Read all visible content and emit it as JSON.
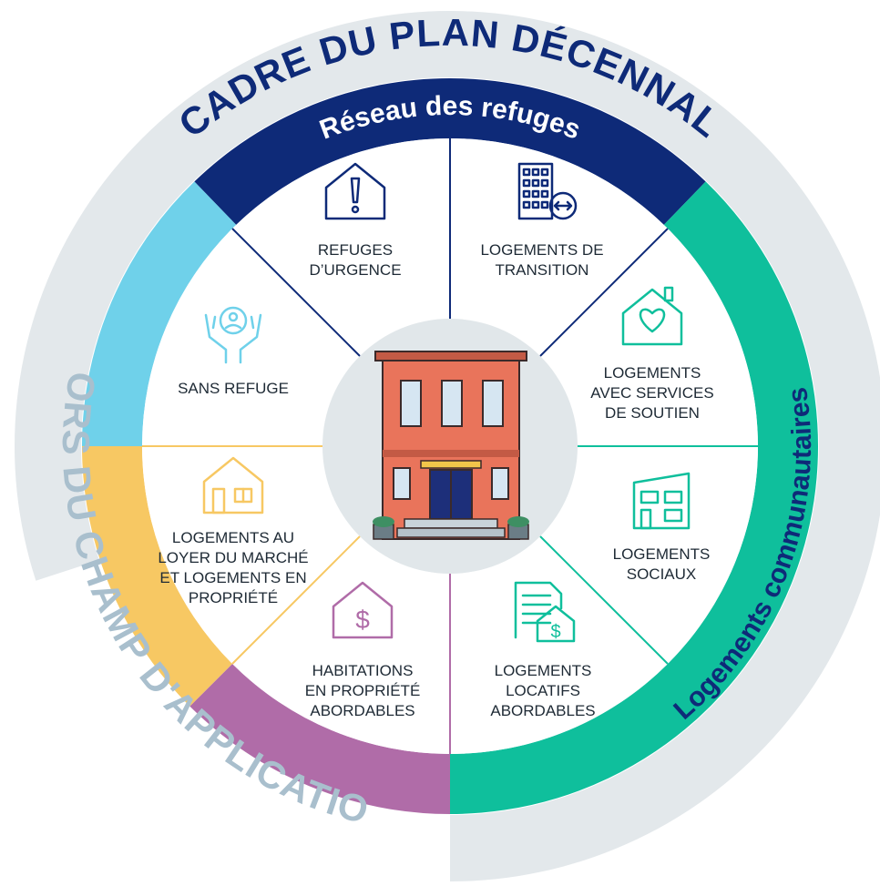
{
  "outer_labels": {
    "top": "CADRE DU PLAN DÉCENNAL",
    "bottom": "HORS DU CHAMP D'APPLICATION"
  },
  "band_labels": {
    "shelter_network": "Réseau des refuges",
    "community_housing": "Logements communautaires"
  },
  "segments": [
    {
      "id": "refuges-urgence",
      "lines": [
        "REFUGES",
        "D’URGENCE"
      ],
      "icon": "warning-house-icon"
    },
    {
      "id": "logements-transition",
      "lines": [
        "LOGEMENTS DE",
        "TRANSITION"
      ],
      "icon": "building-arrows-icon"
    },
    {
      "id": "logements-soutien",
      "lines": [
        "LOGEMENTS",
        "AVEC SERVICES",
        "DE SOUTIEN"
      ],
      "icon": "heart-house-icon"
    },
    {
      "id": "logements-sociaux",
      "lines": [
        "LOGEMENTS",
        "SOCIAUX"
      ],
      "icon": "apartment-icon"
    },
    {
      "id": "locatifs-abordables",
      "lines": [
        "LOGEMENTS",
        "LOCATIFS",
        "ABORDABLES"
      ],
      "icon": "document-house-dollar-icon"
    },
    {
      "id": "propriete-abordables",
      "lines": [
        "HABITATIONS",
        "EN PROPRIÉTÉ",
        "ABORDABLES"
      ],
      "icon": "house-dollar-icon"
    },
    {
      "id": "loyer-marche",
      "lines": [
        "LOGEMENTS AU",
        "LOYER DU MARCHÉ",
        "ET LOGEMENTS EN",
        "PROPRIÉTÉ"
      ],
      "icon": "house-window-icon"
    },
    {
      "id": "sans-refuge",
      "lines": [
        "SANS REFUGE"
      ],
      "icon": "hands-person-icon"
    }
  ],
  "colors": {
    "outer_ring": "#e3e8eb",
    "outer_text": "#0e2a78",
    "outer_text_bottom": "#a9bfcd",
    "navy": "#0e2a78",
    "teal": "#0fbf9c",
    "purple": "#b06ca8",
    "yellow": "#f7c863",
    "light_blue": "#6fd1ea",
    "center_disc": "#e1e7ea",
    "building_main": "#e9745b",
    "building_light": "#f29580"
  }
}
